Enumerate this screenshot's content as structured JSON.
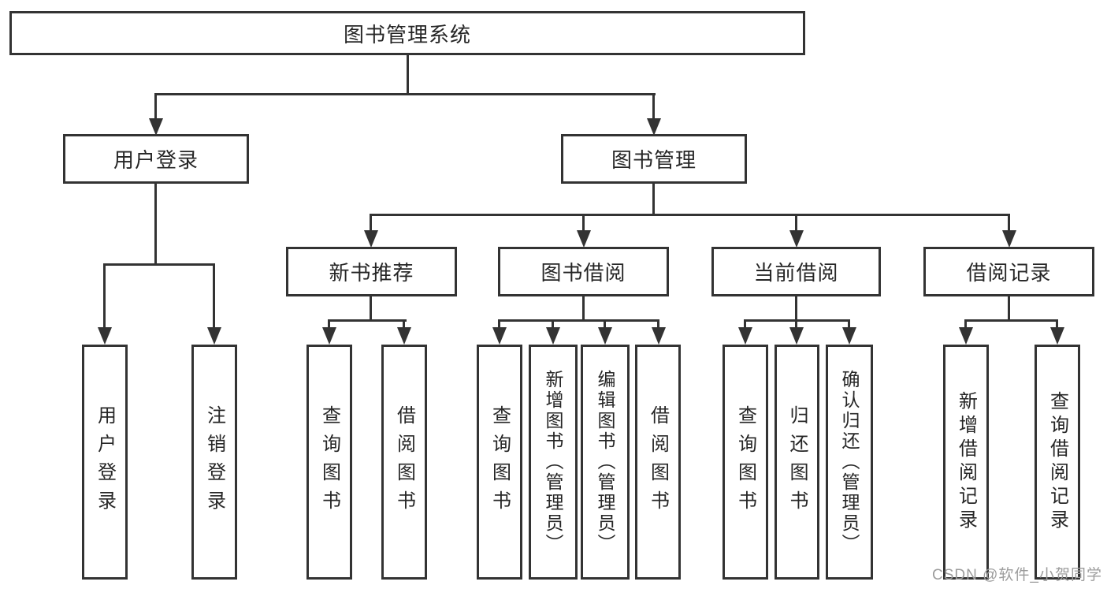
{
  "diagram": {
    "root": {
      "label": "图书管理系统"
    },
    "level1": [
      {
        "label": "用户登录",
        "children": [
          {
            "label": "用户登录"
          },
          {
            "label": "注销登录"
          }
        ]
      },
      {
        "label": "图书管理"
      }
    ],
    "level2": [
      {
        "label": "新书推荐",
        "children": [
          {
            "label": "查询图书"
          },
          {
            "label": "借阅图书"
          }
        ]
      },
      {
        "label": "图书借阅",
        "children": [
          {
            "label": "查询图书"
          },
          {
            "label": "新增图书（管理员）"
          },
          {
            "label": "编辑图书（管理员）"
          },
          {
            "label": "借阅图书"
          }
        ]
      },
      {
        "label": "当前借阅",
        "children": [
          {
            "label": "查询图书"
          },
          {
            "label": "归还图书"
          },
          {
            "label": "确认归还（管理员）"
          }
        ]
      },
      {
        "label": "借阅记录",
        "children": [
          {
            "label": "新增借阅记录"
          },
          {
            "label": "查询借阅记录"
          }
        ]
      }
    ]
  },
  "watermark": "CSDN @软件_小贺同学",
  "colors": {
    "line": "#333333",
    "box_border": "#333333",
    "text": "#262626",
    "background": "#ffffff",
    "watermark": "#9c9c9c"
  }
}
